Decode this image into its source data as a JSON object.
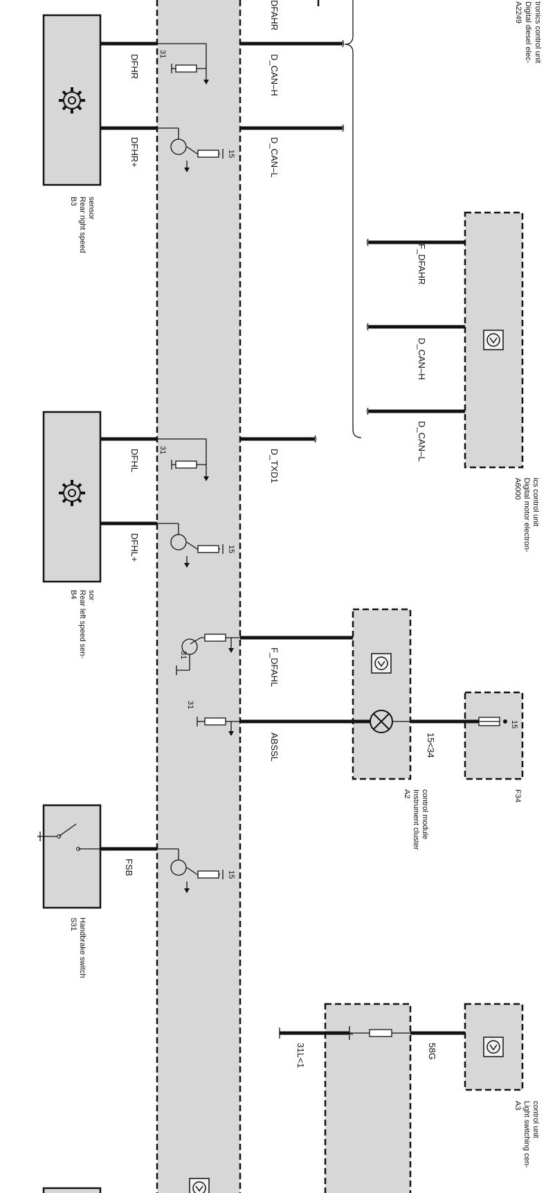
{
  "components": {
    "a2249": {
      "code": "A2249",
      "desc_line1": "Digital diesel elec-",
      "desc_line2": "tronics control unit"
    },
    "b3": {
      "code": "B3",
      "desc_line1": "Rear right speed",
      "desc_line2": "sensor"
    },
    "b4": {
      "code": "B4",
      "desc_line1": "Rear left speed sen-",
      "desc_line2": "sor"
    },
    "s31": {
      "code": "S31",
      "desc_line1": "Handbrake switch"
    },
    "a6000": {
      "code": "A6000",
      "desc_line1": "Digital motor electron-",
      "desc_line2": "ics control unit"
    },
    "a2": {
      "code": "A2",
      "desc_line1": "Instrument cluster",
      "desc_line2": "control module"
    },
    "f34": {
      "code": "F34"
    },
    "a3": {
      "code": "A3",
      "desc_line1": "Light switching cen-",
      "desc_line2": "control unit"
    }
  },
  "wires": {
    "dfahr": "DFAHR",
    "dfhr": "DFHR",
    "dfhr_plus": "DFHR+",
    "dcanh_1": "D_CAN–H",
    "dcanl_1": "D_CAN–L",
    "f_dfahr": "F_DFAHR",
    "dcanh_2": "D_CAN–H",
    "dcanl_2": "D_CAN–L",
    "dfhl": "DFHL",
    "dfhl_plus": "DFHL+",
    "dtxd1": "D_TXD1",
    "f_dfahl": "F_DFAHL",
    "abssl": "ABSSL",
    "w15_34": "15<34",
    "fsb": "FSB",
    "w58g": "58G",
    "w31l1": "31L<1"
  },
  "terminals": {
    "t31_a": "31",
    "t15_a": "15",
    "t31_b": "31",
    "t15_b": "15",
    "t31_c": "31",
    "t31_d": "31",
    "t15_c": "15",
    "t15_f34": "15"
  }
}
